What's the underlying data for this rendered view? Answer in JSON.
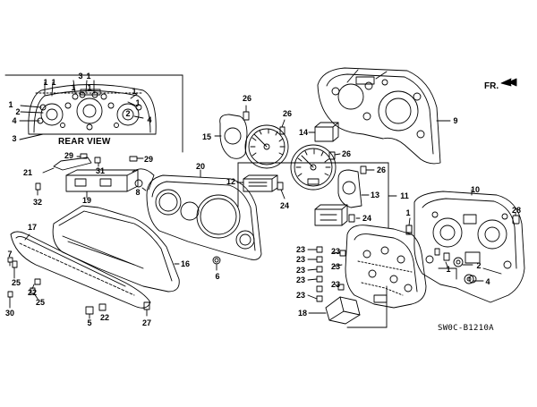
{
  "direction_label": "FR.",
  "rear_view_label": "REAR VIEW",
  "diagram_code": "SW0C-B1210A",
  "callouts": [
    {
      "n": "1",
      "id": "c1a"
    },
    {
      "n": "1",
      "id": "c1b"
    },
    {
      "n": "1",
      "id": "c1c"
    },
    {
      "n": "1",
      "id": "c1d"
    },
    {
      "n": "1",
      "id": "c1e"
    },
    {
      "n": "1",
      "id": "c1f"
    },
    {
      "n": "1",
      "id": "c1g"
    },
    {
      "n": "1",
      "id": "c1h"
    },
    {
      "n": "1",
      "id": "c1i"
    },
    {
      "n": "1",
      "id": "c1j"
    },
    {
      "n": "2",
      "id": "c2a"
    },
    {
      "n": "2",
      "id": "c2b"
    },
    {
      "n": "2",
      "id": "c2c"
    },
    {
      "n": "3",
      "id": "c3a"
    },
    {
      "n": "3",
      "id": "c3b"
    },
    {
      "n": "4",
      "id": "c4a"
    },
    {
      "n": "4",
      "id": "c4b"
    },
    {
      "n": "4",
      "id": "c4c"
    },
    {
      "n": "5",
      "id": "c5"
    },
    {
      "n": "6",
      "id": "c6"
    },
    {
      "n": "9",
      "id": "c9"
    },
    {
      "n": "10",
      "id": "c10"
    },
    {
      "n": "11",
      "id": "c11"
    },
    {
      "n": "12",
      "id": "c12"
    },
    {
      "n": "13",
      "id": "c13"
    },
    {
      "n": "14",
      "id": "c14"
    },
    {
      "n": "15",
      "id": "c15"
    },
    {
      "n": "16",
      "id": "c16"
    },
    {
      "n": "17",
      "id": "c17"
    },
    {
      "n": "18",
      "id": "c18"
    },
    {
      "n": "19",
      "id": "c19"
    },
    {
      "n": "20",
      "id": "c20"
    },
    {
      "n": "21",
      "id": "c21"
    },
    {
      "n": "22",
      "id": "c22a"
    },
    {
      "n": "22",
      "id": "c22b"
    },
    {
      "n": "23",
      "id": "c23a"
    },
    {
      "n": "23",
      "id": "c23b"
    },
    {
      "n": "23",
      "id": "c23c"
    },
    {
      "n": "23",
      "id": "c23d"
    },
    {
      "n": "23",
      "id": "c23e"
    },
    {
      "n": "23",
      "id": "c23f"
    },
    {
      "n": "23",
      "id": "c23g"
    },
    {
      "n": "23",
      "id": "c23h"
    },
    {
      "n": "24",
      "id": "c24a"
    },
    {
      "n": "24",
      "id": "c24b"
    },
    {
      "n": "25",
      "id": "c25a"
    },
    {
      "n": "25",
      "id": "c25b"
    },
    {
      "n": "26",
      "id": "c26a"
    },
    {
      "n": "26",
      "id": "c26b"
    },
    {
      "n": "26",
      "id": "c26c"
    },
    {
      "n": "26",
      "id": "c26d"
    },
    {
      "n": "27",
      "id": "c27"
    },
    {
      "n": "28",
      "id": "c28"
    },
    {
      "n": "29",
      "id": "c29a"
    },
    {
      "n": "29",
      "id": "c29b"
    },
    {
      "n": "30",
      "id": "c30"
    },
    {
      "n": "31",
      "id": "c31"
    },
    {
      "n": "32",
      "id": "c32"
    }
  ]
}
